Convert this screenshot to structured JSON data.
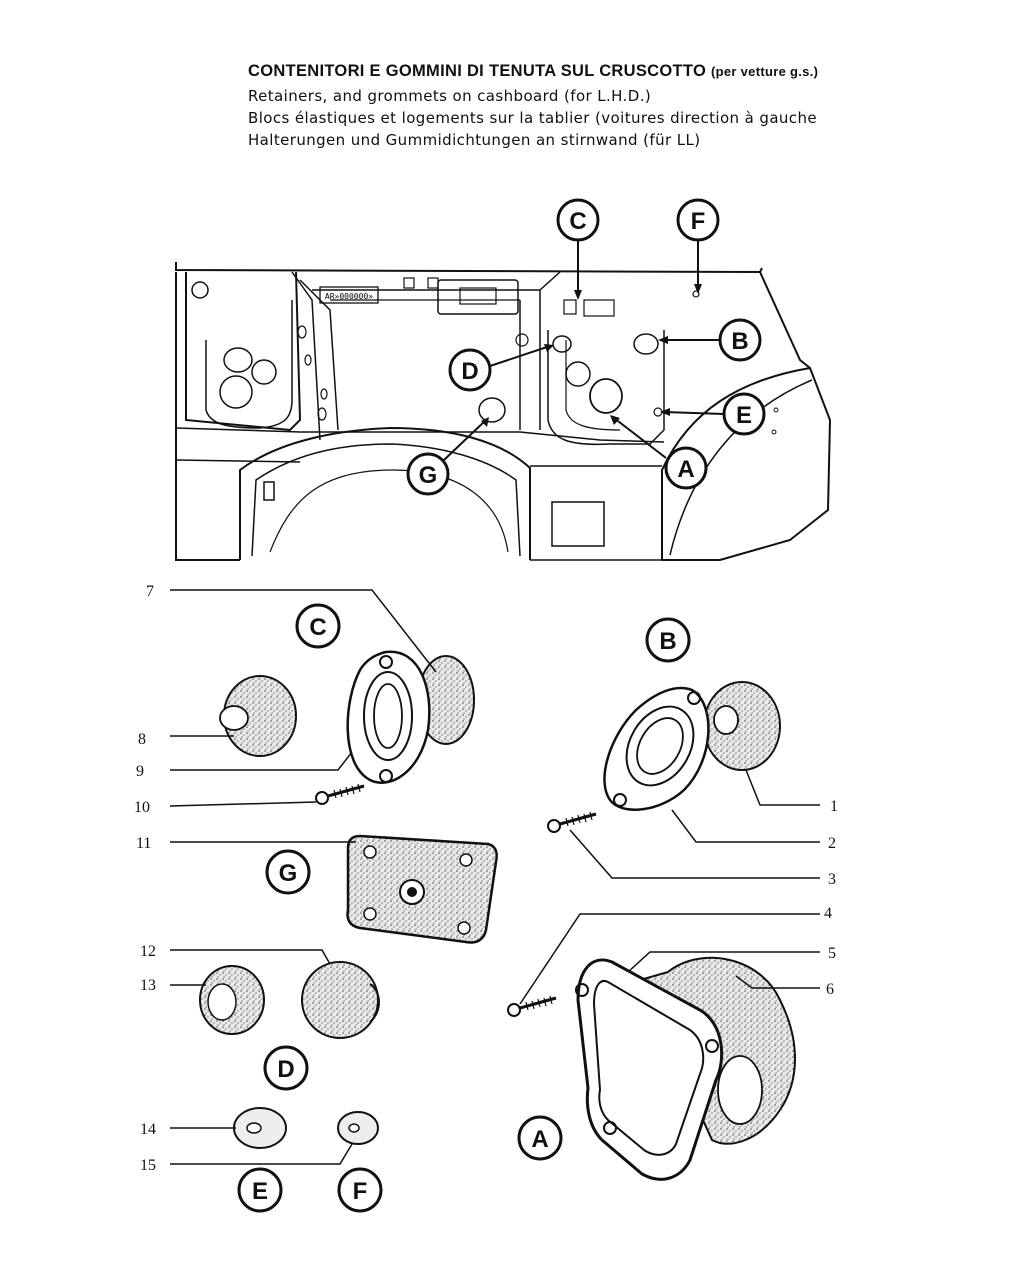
{
  "header": {
    "title_it": "CONTENITORI E GOMMINI DI TENUTA SUL CRUSCOTTO",
    "title_it_note": "(per vetture g.s.)",
    "title_en": "Retainers, and grommets on cashboard (for L.H.D.)",
    "title_fr": "Blocs élastiques et logements sur la tablier (voitures direction à gauche",
    "title_de": "Halterungen und Gummidichtungen an stirnwand (für LL)"
  },
  "plate_text": "AR»000000»",
  "callouts": {
    "A": "A",
    "B": "B",
    "C": "C",
    "D": "D",
    "E": "E",
    "F": "F",
    "G": "G"
  },
  "part_numbers": {
    "n1": "1",
    "n2": "2",
    "n3": "3",
    "n4": "4",
    "n5": "5",
    "n6": "6",
    "n7": "7",
    "n8": "8",
    "n9": "9",
    "n10": "10",
    "n11": "11",
    "n12": "12",
    "n13": "13",
    "n14": "14",
    "n15": "15"
  },
  "colors": {
    "ink": "#111111",
    "paper": "#ffffff",
    "speckle": "#9a9a9a"
  }
}
